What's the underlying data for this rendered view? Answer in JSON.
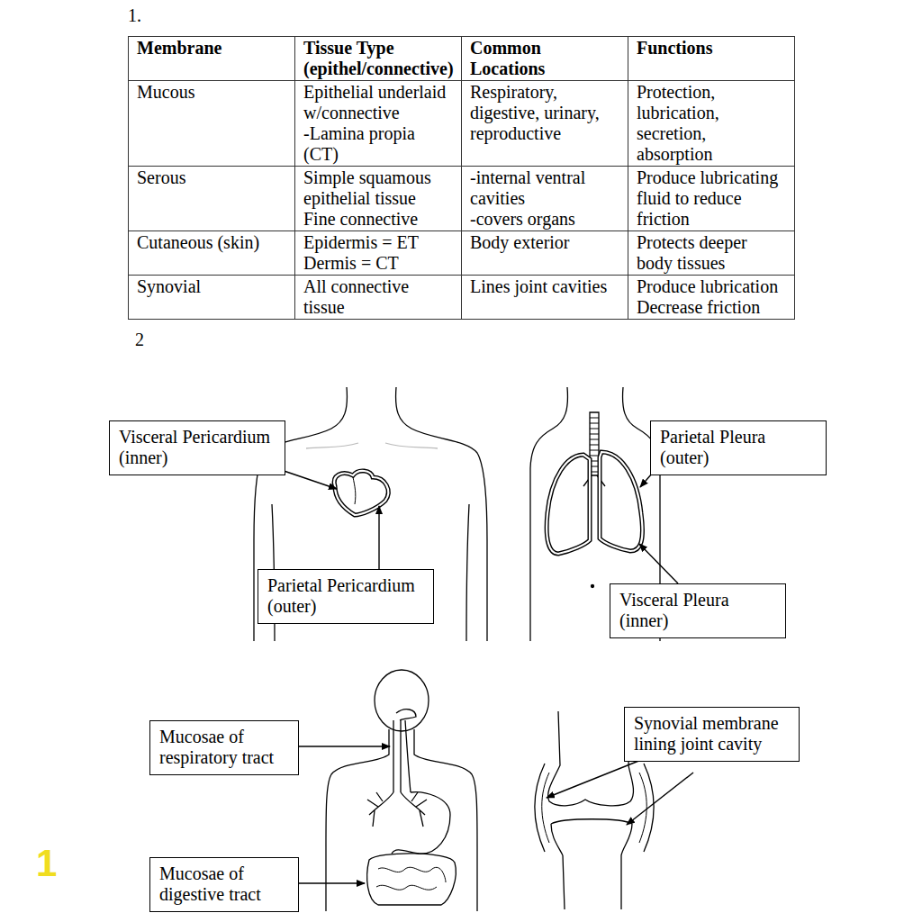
{
  "diagram": {
    "nodes": [
      {
        "text": [
          "Visceral Pericardium (inner)"
        ]
      },
      {
        "text": [
          "Parietal Pleura (outer)"
        ]
      },
      {
        "text": [
          "Parietal Pericardium (outer)"
        ]
      },
      {
        "text": [
          "Visceral Pleura (inner)"
        ]
      },
      {
        "text": [
          "Mucosae of respiratory tract"
        ]
      },
      {
        "text": [
          "Synovial membrane lining joint cavity"
        ]
      },
      {
        "text": [
          "Mucosae of digestive tract"
        ]
      }
    ],
    "labels": [
      "1.",
      "Membrane",
      "Tissue Type (epithel/connective)",
      "Common Locations",
      "Functions",
      "Mucous",
      "Epithelial underlaid w/connective",
      "-Lamina propia (CT)",
      "Respiratory, digestive, urinary, reproductive",
      "Protection, lubrication, secretion, absorption",
      "Serous",
      "Simple squamous epithelial tissue",
      "Fine connective",
      "-internal ventral cavities",
      "-covers organs",
      "Produce lubricating fluid to reduce friction",
      "Cutaneous (skin)",
      "Epidermis = ET",
      "Dermis = CT",
      "Body exterior",
      "Protects deeper body tissues",
      "Synovial",
      "All connective tissue",
      "Lines joint cavities",
      "Produce lubrication",
      "Decrease friction",
      "2",
      "1"
    ]
  }
}
